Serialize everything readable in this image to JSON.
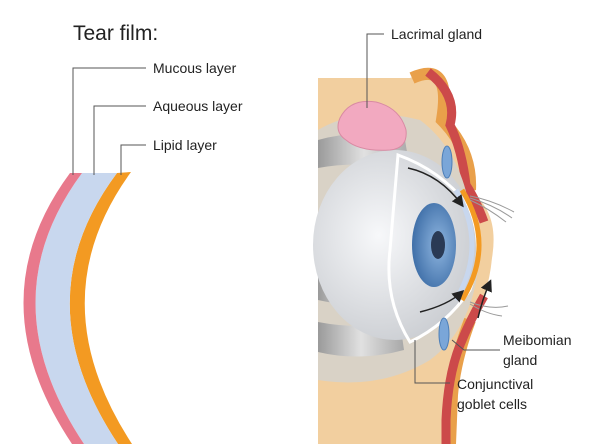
{
  "tear_film": {
    "title": "Tear film:",
    "layers": [
      {
        "label": "Mucous layer",
        "color": "#e8798c"
      },
      {
        "label": "Aqueous layer",
        "color": "#c8d7ee"
      },
      {
        "label": "Lipid layer",
        "color": "#f39a22"
      }
    ]
  },
  "eye": {
    "labels": {
      "lacrimal_gland": "Lacrimal gland",
      "meibomian_line1": "Meibomian",
      "meibomian_line2": "gland",
      "goblet_line1": "Conjunctival",
      "goblet_line2": "goblet cells"
    },
    "colors": {
      "skin": "#f2cf9f",
      "lid_red": "#cc4a4a",
      "eyeball": "#e9ebee",
      "iris": "#5f8fc4",
      "pupil": "#2a3a55",
      "lacrimal": "#f2a9c0",
      "meibomian": "#7aa6d8",
      "muscle": "#c9c9c9"
    }
  }
}
